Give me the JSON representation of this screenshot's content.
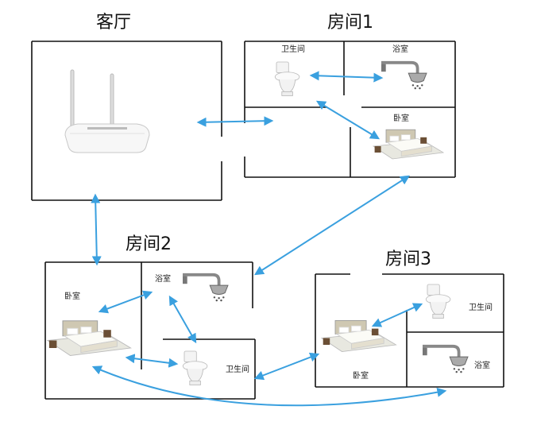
{
  "rooms": {
    "living_room": {
      "title": "客厅"
    },
    "room1": {
      "title": "房间1",
      "bathroom": "卫生间",
      "shower": "浴室",
      "bedroom": "卧室"
    },
    "room2": {
      "title": "房间2",
      "bedroom": "卧室",
      "shower": "浴室",
      "bathroom": "卫生间"
    },
    "room3": {
      "title": "房间3",
      "bathroom": "卫生间",
      "shower": "浴室",
      "bedroom": "卧室"
    }
  },
  "colors": {
    "arrow": "#3aa0df",
    "wall": "#111111"
  },
  "icons": [
    "router-icon",
    "toilet-icon",
    "shower-icon",
    "bed-icon"
  ]
}
